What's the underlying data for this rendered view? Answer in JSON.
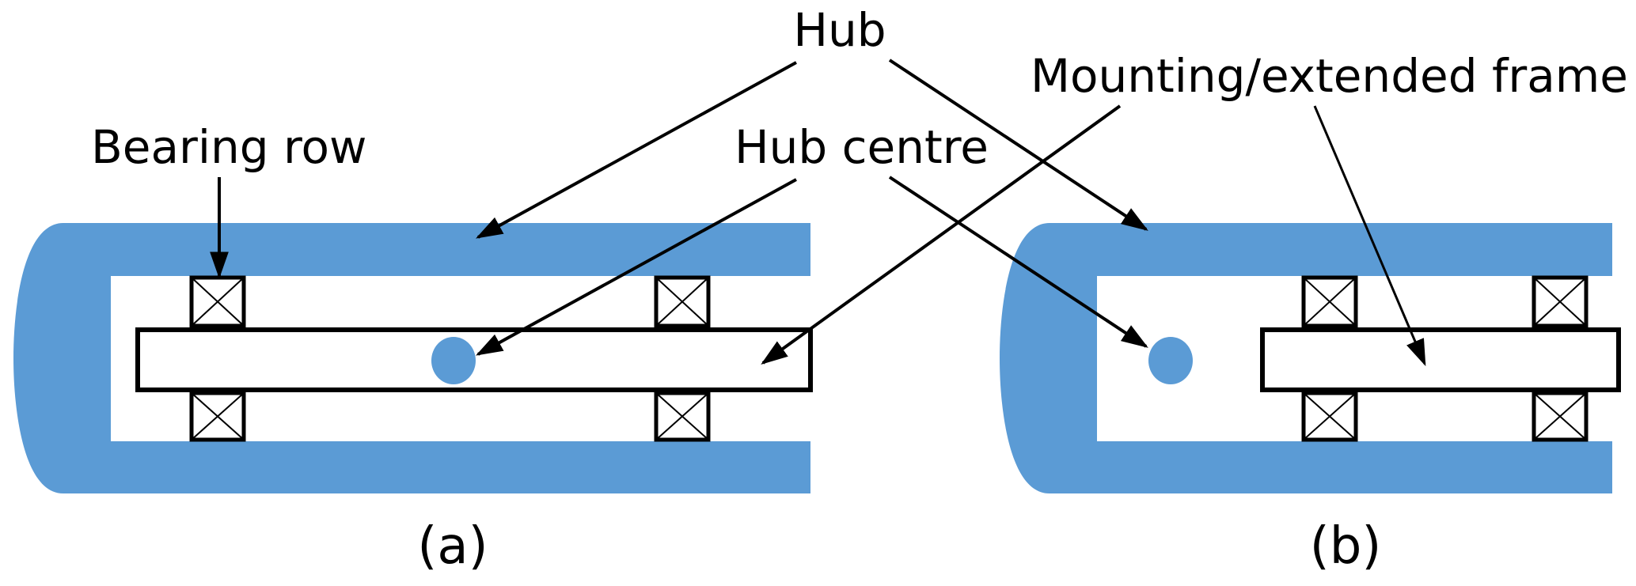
{
  "colors": {
    "hub": "#5b9bd5",
    "outline": "#000000",
    "background": "#ffffff"
  },
  "labels": {
    "hub": "Hub",
    "mounting_frame": "Mounting/extended frame",
    "bearing_row": "Bearing row",
    "hub_centre": "Hub centre"
  },
  "panels": [
    {
      "id": "a",
      "caption": "(a)",
      "description": "Hub with bearing rows on shaft passing through hub centre"
    },
    {
      "id": "b",
      "caption": "(b)",
      "description": "Hub with bearing rows on extended frame offset from hub centre"
    }
  ]
}
